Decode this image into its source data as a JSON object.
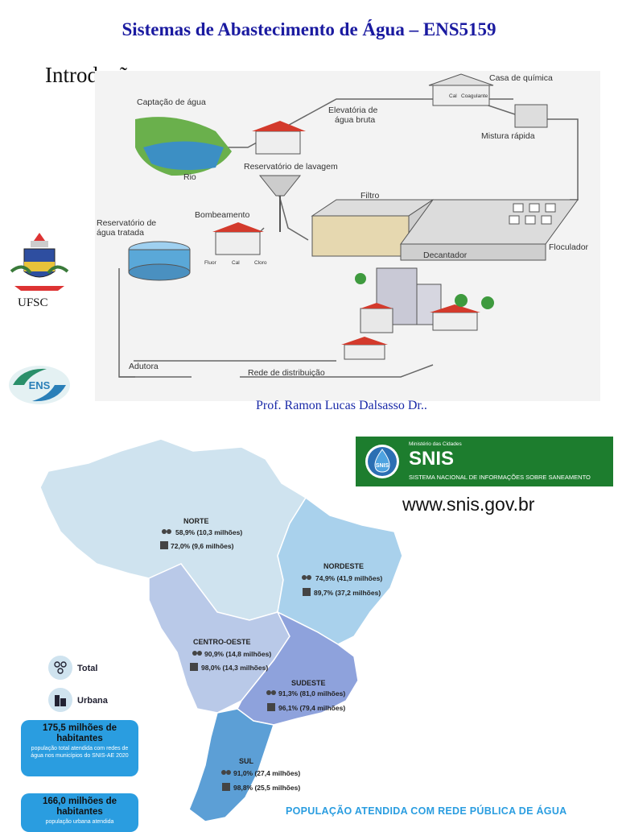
{
  "header": {
    "title": "Sistemas de Abastecimento de Água – ENS5159",
    "subtitle": "Introdução"
  },
  "diagram": {
    "labels": {
      "captacao": "Captação de água",
      "elevatoria_l1": "Elevatória de",
      "elevatoria_l2": "água bruta",
      "casa_quimica": "Casa de química",
      "mistura": "Mistura rápida",
      "rio": "Rio",
      "reserv_lavagem": "Reservatório de lavagem",
      "filtro": "Filtro",
      "bombeamento": "Bombeamento",
      "reserv_tratada_l1": "Reservatório de",
      "reserv_tratada_l2": "água tratada",
      "floculador": "Floculador",
      "decantador": "Decantador",
      "fluor": "Fluor",
      "cal": "Cal",
      "cloro": "Cloro",
      "cal_top": "Cal",
      "coagulante": "Coagulante",
      "adutora": "Adutora",
      "rede": "Rede de distribuição"
    }
  },
  "logos": {
    "ufsc_label": "UFSC",
    "ens_label": "ENS"
  },
  "author": "Prof. Ramon Lucas Dalsasso    Dr..",
  "snis": {
    "ministry": "Ministério das Cidades",
    "name": "SNIS",
    "full_name": "SISTEMA NACIONAL DE INFORMAÇÕES SOBRE SANEAMENTO",
    "badge": "SNIS",
    "url": "www.snis.gov.br",
    "color": "#1d7d2e"
  },
  "map": {
    "regions": {
      "norte": {
        "name": "NORTE",
        "total": "58,9% (10,3 milhões)",
        "urbana": "72,0% (9,6 milhões)",
        "color": "#cfe3ef"
      },
      "nordeste": {
        "name": "NORDESTE",
        "total": "74,9% (41,9 milhões)",
        "urbana": "89,7% (37,2 milhões)",
        "color": "#a9d1ec"
      },
      "centro_oeste": {
        "name": "CENTRO-OESTE",
        "total": "90,9% (14,8 milhões)",
        "urbana": "98,0% (14,3 milhões)",
        "color": "#b9c9e8"
      },
      "sudeste": {
        "name": "SUDESTE",
        "total": "91,3% (81,0 milhões)",
        "urbana": "96,1% (79,4 milhões)",
        "color": "#8ea2dc"
      },
      "sul": {
        "name": "SUL",
        "total": "91,0% (27,4 milhões)",
        "urbana": "98,8% (25,5 milhões)",
        "color": "#5c9fd6"
      }
    },
    "legend": {
      "total": "Total",
      "urbana": "Urbana"
    },
    "stats": [
      {
        "number": "175,5 milhões de habitantes",
        "desc": "população total atendida com redes de água nos municípios do SNIS-AE 2020"
      },
      {
        "number": "166,0 milhões de habitantes",
        "desc": "população urbana atendida"
      }
    ],
    "caption": "POPULAÇÃO ATENDIDA COM REDE PÚBLICA DE ÁGUA",
    "accent": "#2a9de0"
  }
}
